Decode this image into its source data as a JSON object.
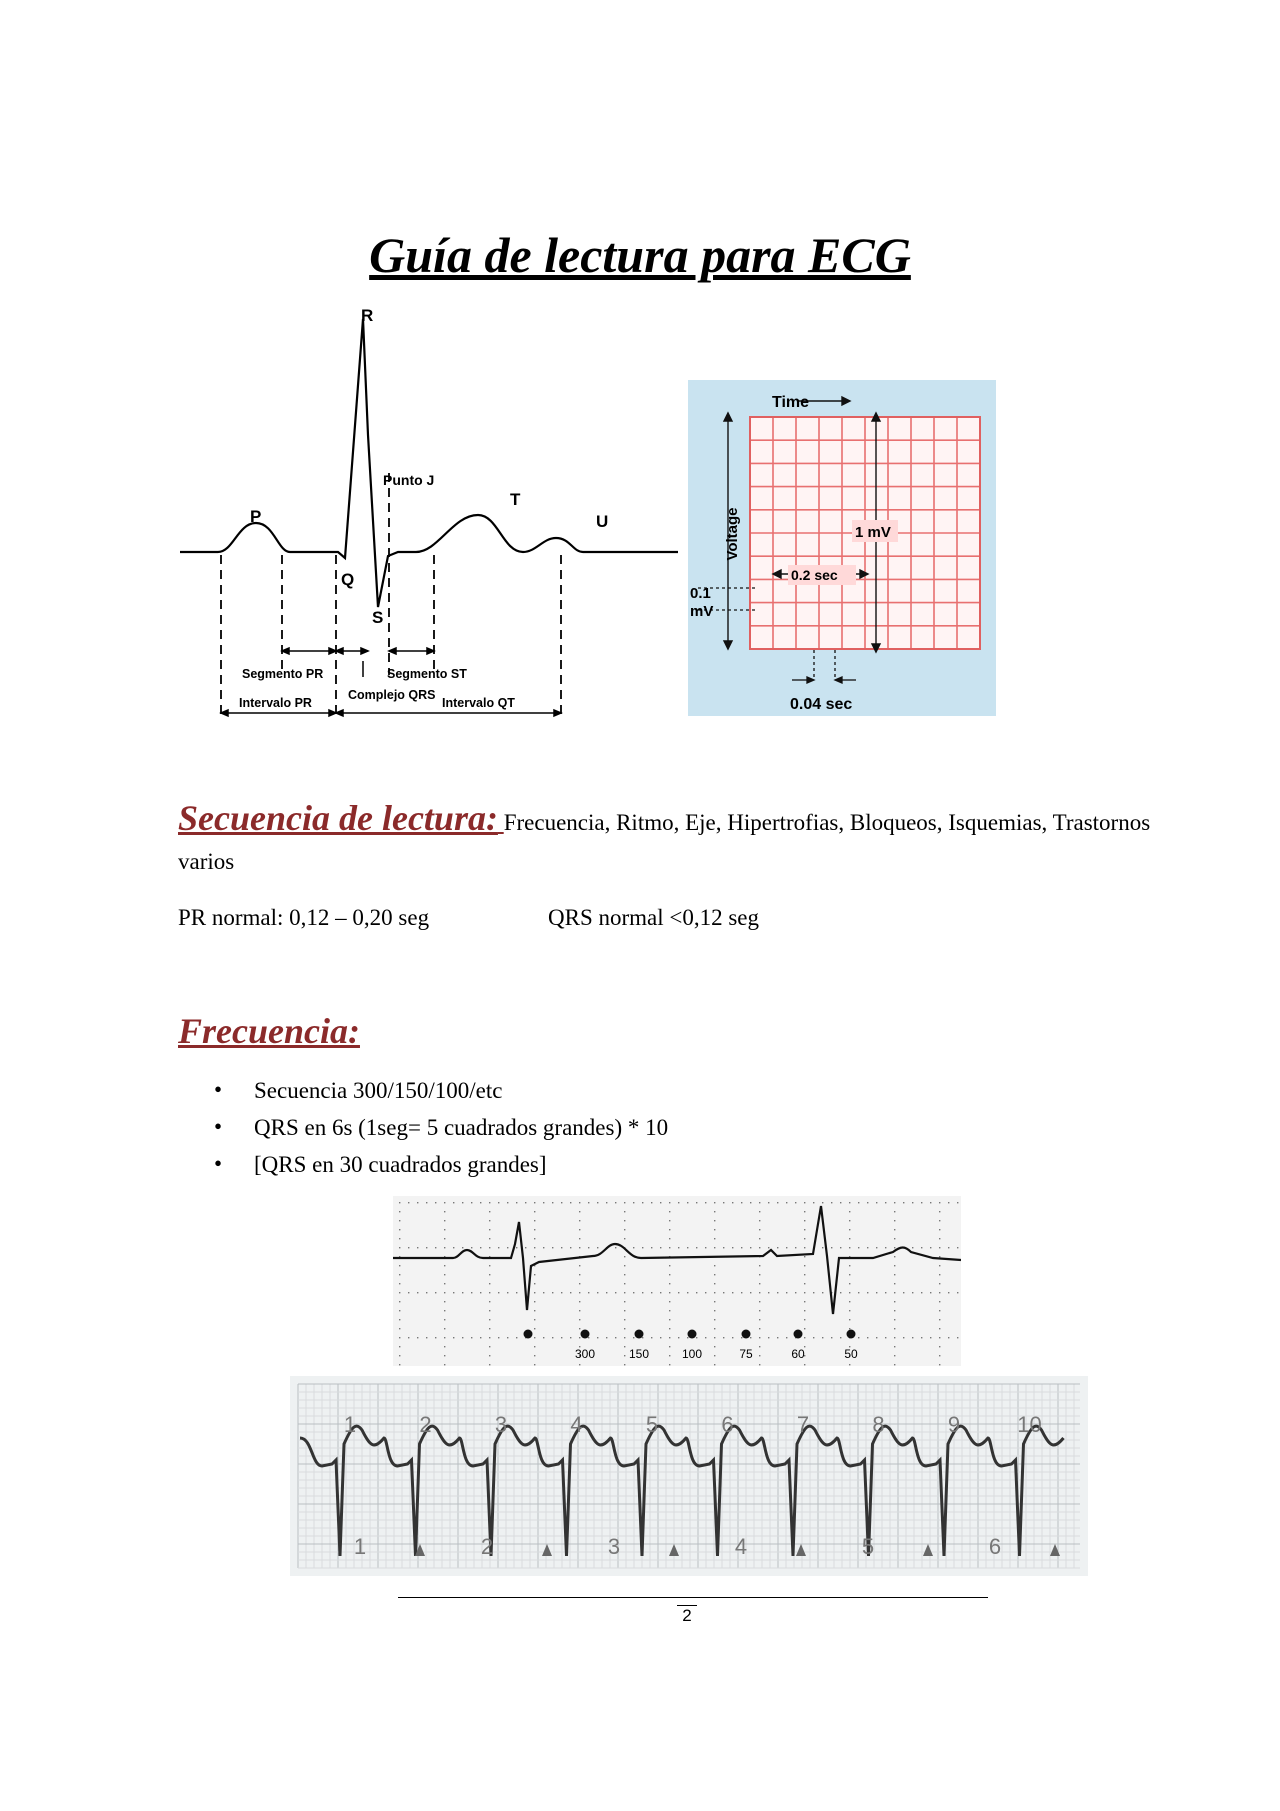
{
  "title": "Guía de lectura para ECG",
  "wave": {
    "R": "R",
    "P": "P",
    "T": "T",
    "U": "U",
    "Q": "Q",
    "S": "S",
    "punto_j": "Punto J",
    "segmento_pr": "Segmento PR",
    "segmento_st": "Segmento ST",
    "intervalo_pr": "Intervalo PR",
    "complejo_qrs": "Complejo QRS",
    "intervalo_qt": "Intervalo QT"
  },
  "grid": {
    "time": "Time",
    "voltage": "Voltage",
    "one_mv": "1 mV",
    "point2sec": "0.2 sec",
    "point1": "0.1",
    "mv": "mV",
    "point04sec": "0.04 sec"
  },
  "secuencia": {
    "heading": "Secuencia de lectura:",
    "text_line1": "Frecuencia, Ritmo, Eje, Hipertrofias, Bloqueos, Isquemias, Trastornos",
    "text_line2": "varios"
  },
  "normals": {
    "pr": "PR normal: 0,12 – 0,20 seg",
    "qrs": "QRS normal <0,12 seg"
  },
  "frecuencia": {
    "heading": "Frecuencia:",
    "bullets": [
      "Secuencia 300/150/100/etc",
      "QRS en 6s (1seg= 5 cuadrados grandes) * 10",
      "[QRS en 30 cuadrados grandes]"
    ]
  },
  "strip1_labels": [
    "300",
    "150",
    "100",
    "75",
    "60",
    "50"
  ],
  "strip2_top_labels": [
    "1",
    "2",
    "3",
    "4",
    "5",
    "6",
    "7",
    "8",
    "9",
    "10"
  ],
  "strip2_bottom_labels": [
    "1",
    "2",
    "3",
    "4",
    "5",
    "6"
  ],
  "page_number": "2"
}
